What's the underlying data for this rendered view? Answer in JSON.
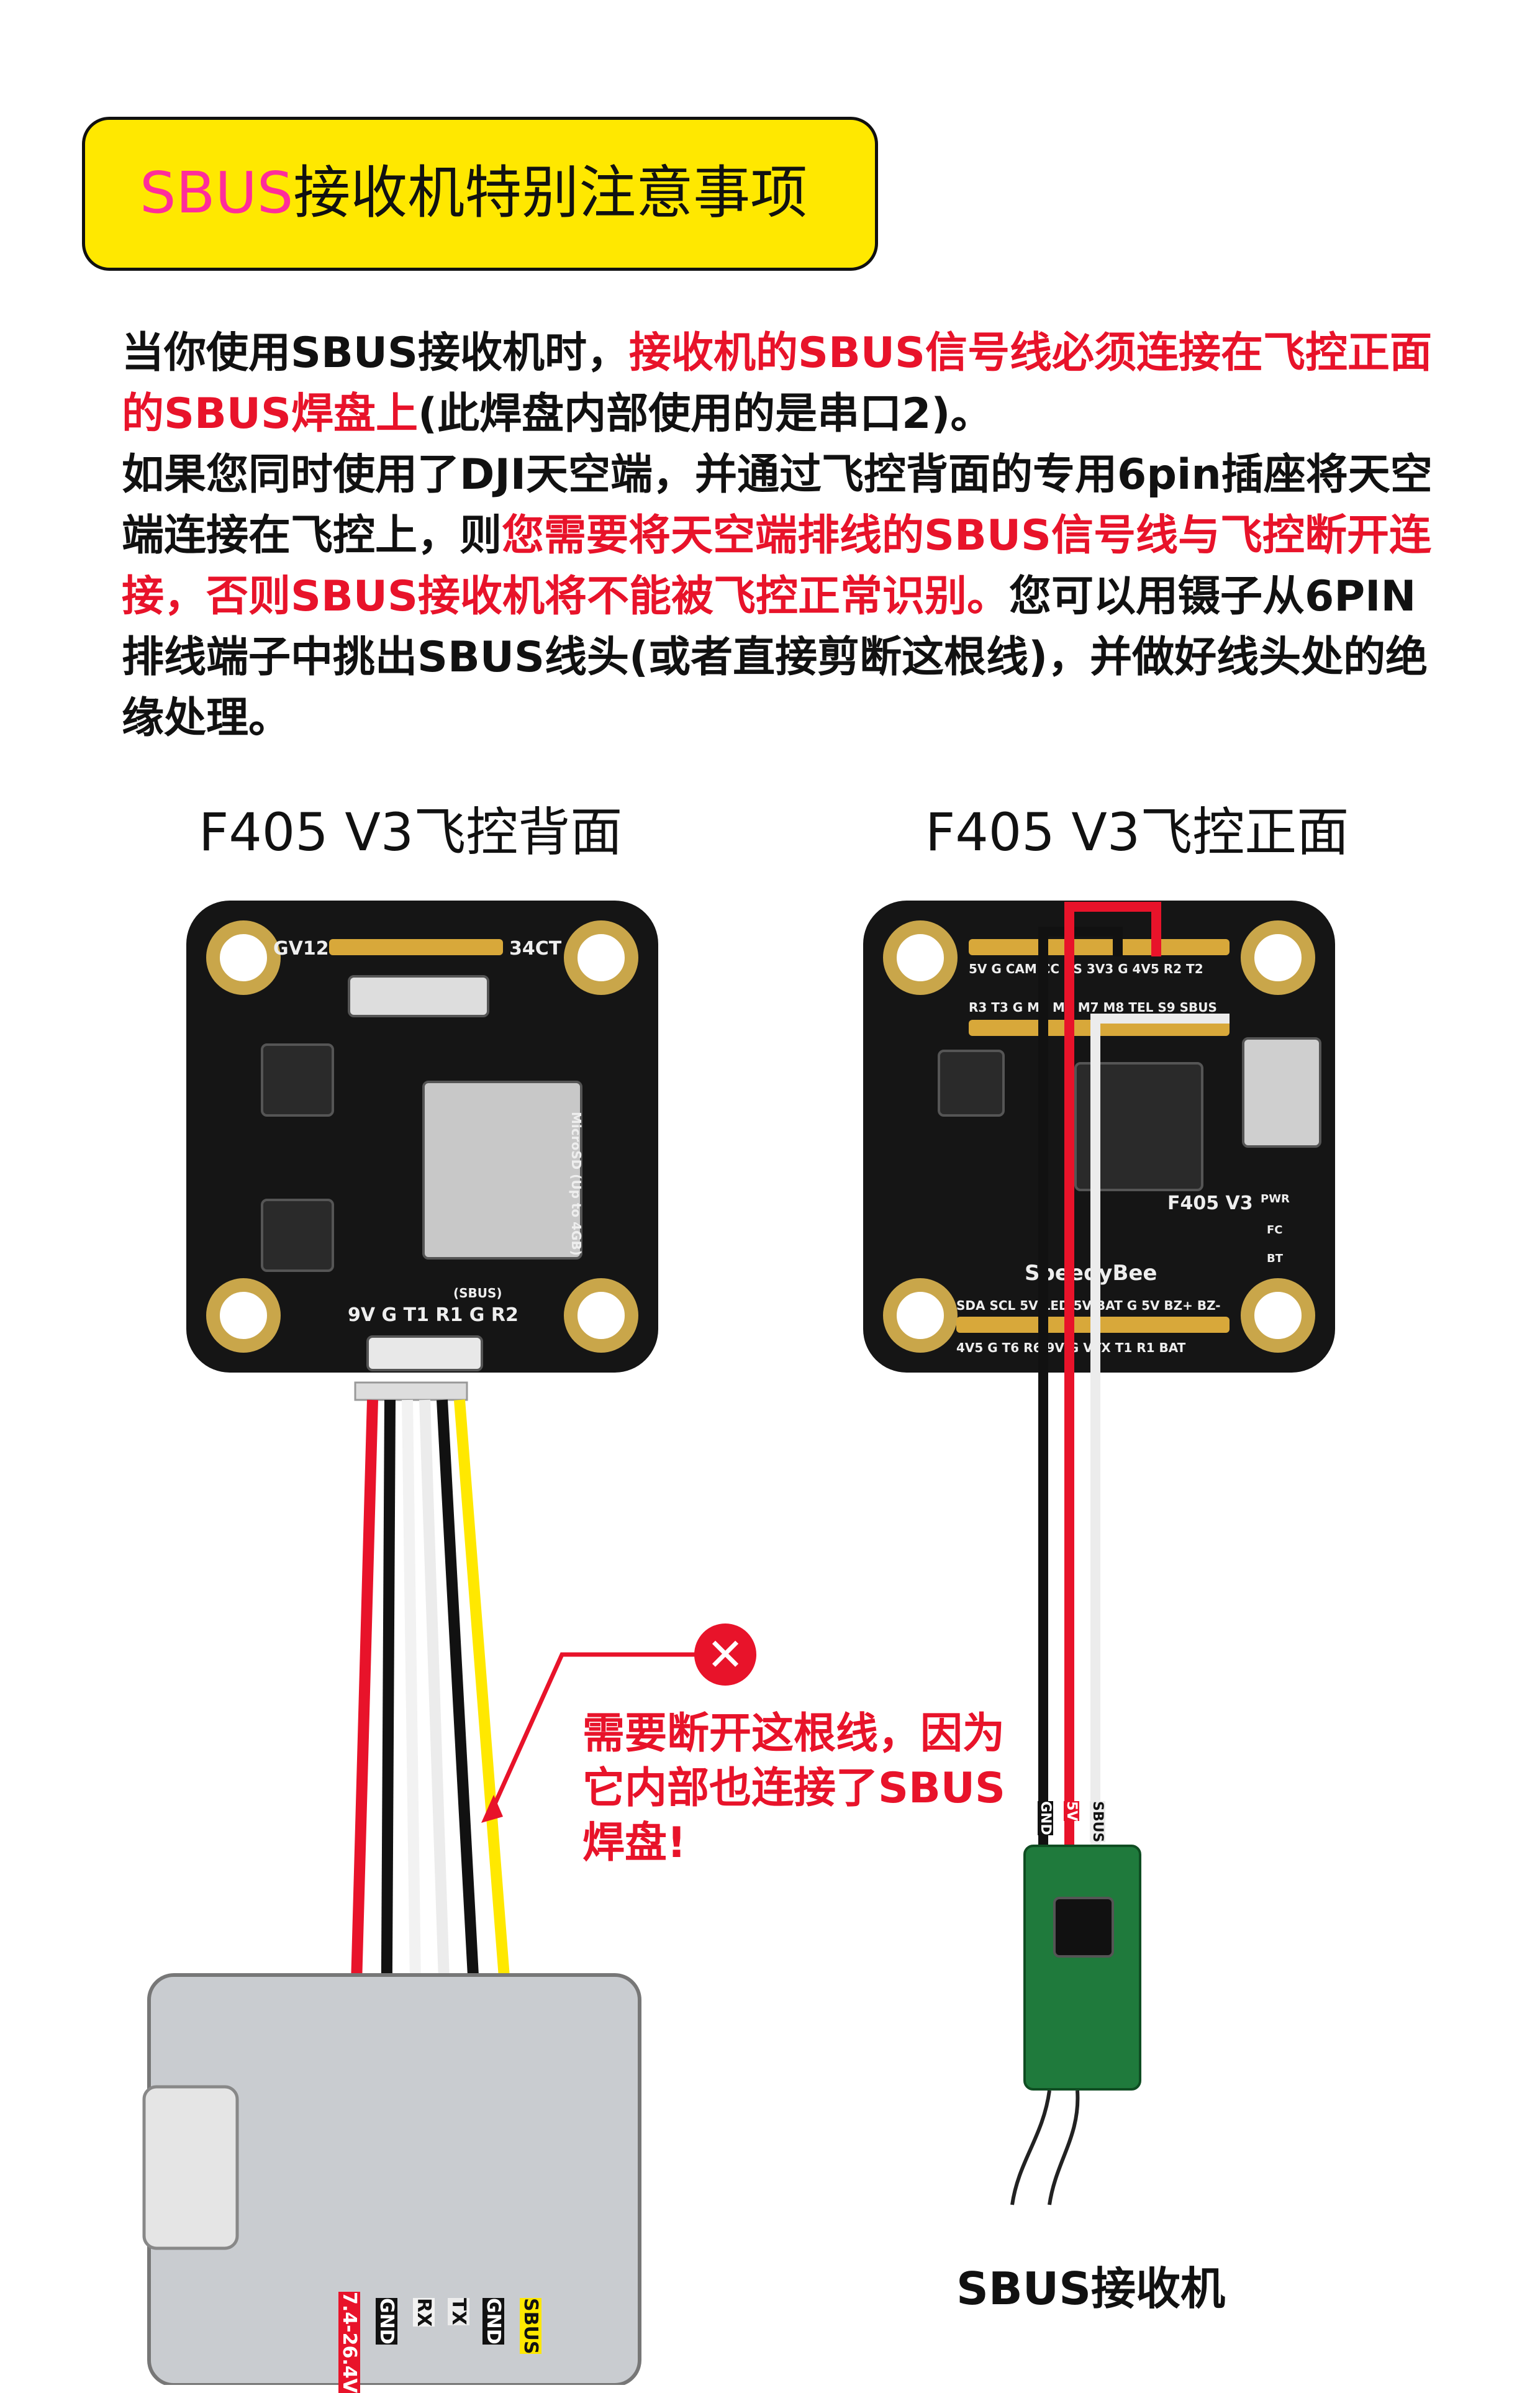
{
  "banner": {
    "title_highlight": "SBUS",
    "title_rest": "接收机特别注意事项"
  },
  "body": {
    "p1_a": "当你使用SBUS接收机时，",
    "p1_red": "接收机的SBUS信号线必须连接在飞控正面的SBUS焊盘上",
    "p1_b": "(此焊盘内部使用的是串口2)。",
    "p2_a": "如果您同时使用了DJI天空端，并通过飞控背面的专用6pin插座将天空端连接在飞控上，则",
    "p2_red": "您需要将天空端排线的SBUS信号线与飞控断开连接，否则SBUS接收机将不能被飞控正常识别。",
    "p2_b": "您可以用镊子从6PIN排线端子中挑出SBUS线头(或者直接剪断这根线)，并做好线头处的绝缘处理。"
  },
  "captions": {
    "back": "F405 V3飞控背面",
    "front": "F405 V3飞控正面"
  },
  "back_board": {
    "silk_top_left": "GV12",
    "silk_top_right": "34CT",
    "silk_bottom": "9V G T1 R1 G R2",
    "silk_sbus": "(SBUS)",
    "silk_sd": "MicroSD (Up to 4GB)"
  },
  "front_board": {
    "row1": "5V  G  CAM  CC  RS  3V3  G  4V5  R2  T2",
    "row2": "R3  T3  G  M5  M6  M7  M8  TEL  S9  SBUS",
    "model": "F405 V3",
    "brand": "SpeedyBee",
    "row3": "SDA  SCL  5V  LED  5V  BAT  G  5V  BZ+  BZ-",
    "row4": "4V5  G  T6  R6  9V  G  VTX  T1  R1  BAT",
    "leds": [
      "PWR",
      "FC",
      "BT"
    ]
  },
  "warning": {
    "icon": "✕",
    "text": "需要断开这根线，因为它内部也连接了SBUS焊盘!"
  },
  "dji_wires": [
    "7.4-26.4V",
    "GND",
    "RX",
    "TX",
    "GND",
    "SBUS"
  ],
  "receiver_wires": [
    "GND",
    "5V",
    "SBUS"
  ],
  "receiver_label": "SBUS接收机",
  "colors": {
    "banner": "#ffe800",
    "highlight": "#ff2d9b",
    "red_text": "#e8132a"
  }
}
